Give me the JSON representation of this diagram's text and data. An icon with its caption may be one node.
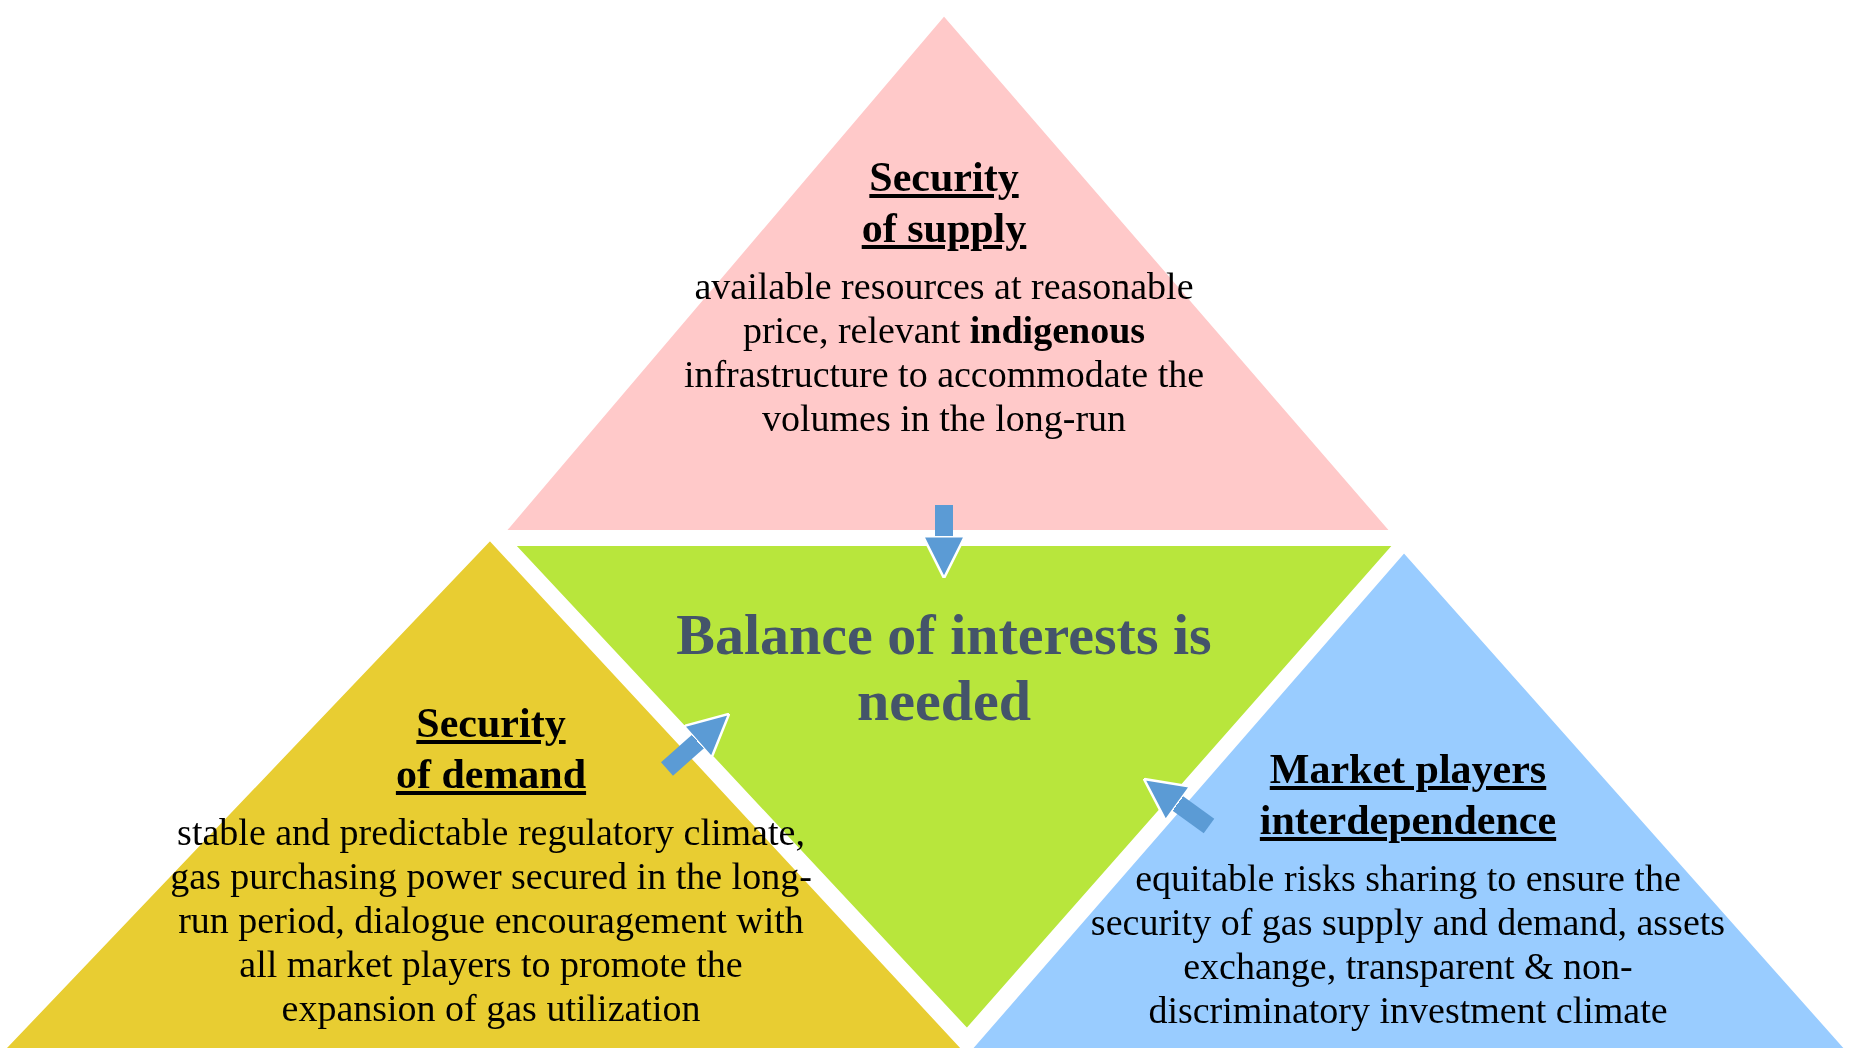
{
  "diagram": {
    "nodes": [
      {
        "text": [
          "Security of supply",
          "available resources at reasonable price, relevant **indigenous** infrastructure to accommodate the volumes in the long-run"
        ]
      },
      {
        "text": [
          "Balance of interests is needed"
        ]
      },
      {
        "text": [
          "Security of demand",
          "stable and predictable regulatory climate, gas purchasing power secured in the long-run period, dialogue encouragement with all market players to promote the expansion of gas utilization"
        ]
      },
      {
        "text": [
          "Market players interdependence",
          "equitable risks sharing to ensure the security of gas supply and demand, assets exchange, transparent & non-discriminatory investment climate"
        ]
      }
    ],
    "edges": [
      {
        "from": 0,
        "to": 1,
        "arrow": "to"
      },
      {
        "from": 2,
        "to": 1,
        "arrow": "to"
      },
      {
        "from": 3,
        "to": 1,
        "arrow": "to"
      }
    ]
  }
}
